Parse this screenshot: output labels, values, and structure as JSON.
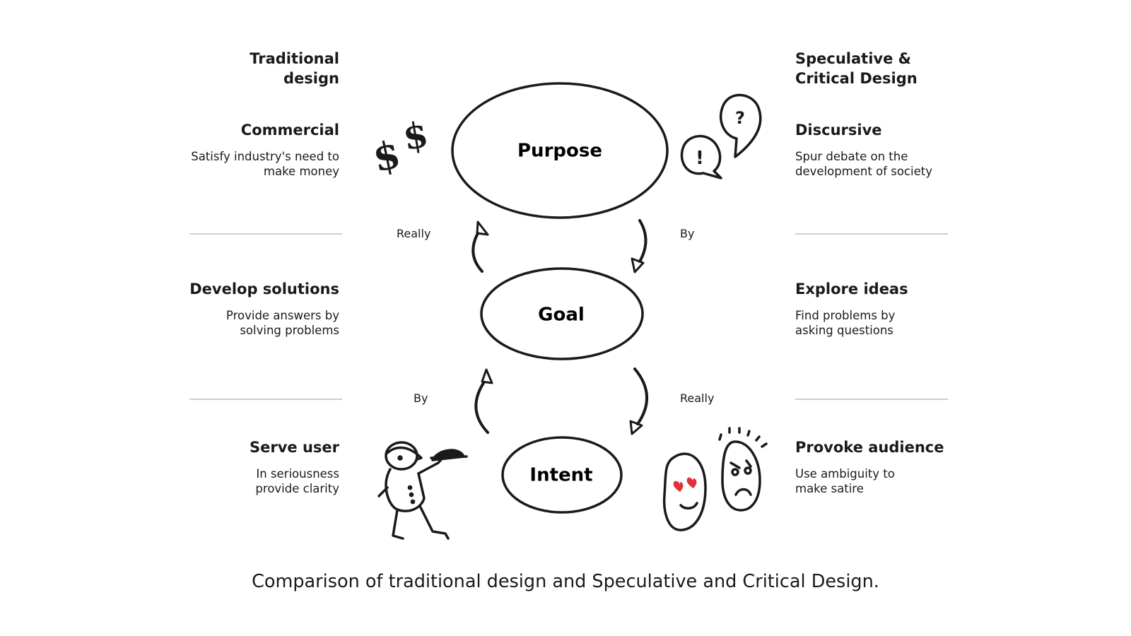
{
  "left": {
    "column_title": "Traditional design",
    "rows": [
      {
        "heading": "Commercial",
        "description": "Satisfy industry's need to make money"
      },
      {
        "heading": "Develop solutions",
        "description": "Provide answers by solving problems"
      },
      {
        "heading": "Serve user",
        "description": "In seriousness provide clarity"
      }
    ]
  },
  "right": {
    "column_title": "Speculative & Critical Design",
    "rows": [
      {
        "heading": "Discursive",
        "description": "Spur debate on the development of society"
      },
      {
        "heading": "Explore ideas",
        "description": "Find problems by asking questions"
      },
      {
        "heading": "Provoke audience",
        "description": "Use ambiguity to make satire"
      }
    ]
  },
  "center": {
    "nodes": [
      "Purpose",
      "Goal",
      "Intent"
    ],
    "arrow_labels": {
      "upper_left": "Really",
      "upper_right": "By",
      "lower_left": "By",
      "lower_right": "Really"
    }
  },
  "caption": "Comparison of traditional design and Speculative and Critical Design.",
  "colors": {
    "ink": "#1a1a1a",
    "divider": "#cfcfcf",
    "heart": "#e0323c"
  },
  "icons": [
    "dollar-signs-icon",
    "speech-bubbles-icon",
    "waiter-icon",
    "faces-icon"
  ]
}
